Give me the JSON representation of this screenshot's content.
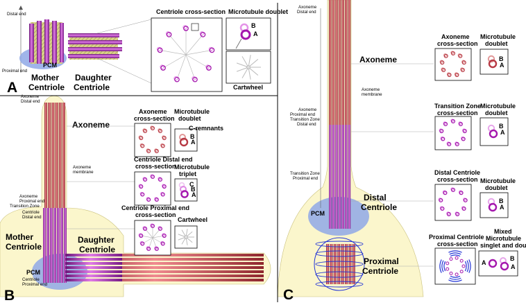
{
  "panels": [
    "A",
    "B",
    "C"
  ],
  "panel_a": {
    "distal_end": "Distal end",
    "proximal_end": "Proximal end",
    "pcm": "PCM",
    "mother_centriole": "Mother Centriole",
    "daughter_centriole": "Daughter Centriole",
    "centriole_cross_section": "Centriole cross-section",
    "microtubule_doublet": "Microtubule doublet",
    "label_b": "B",
    "label_a": "A",
    "cartwheel": "Cartwheel"
  },
  "panel_b": {
    "axoneme_distal_end": "Axoneme Distal end",
    "axoneme": "Axoneme",
    "axoneme_membrane": "Axoneme membrane",
    "axoneme_proximal_end": "Axoneme Proximal end",
    "transition_zone": "Transition Zone",
    "centriole_distal_end": "Centriole Distal end",
    "mother_centriole": "Mother Centriole",
    "daughter_centriole": "Daughter Centriole",
    "pcm": "PCM",
    "centriole_proximal_end": "Centriole Proximal end",
    "axoneme_cross_section": "Axoneme cross-section",
    "microtubule_doublet": "Microtubule doublet",
    "c_remnants": "C-remnants",
    "centriole_distal_cross_section": "Centriole Distal end cross-section",
    "microtubule_triplet": "Microtubule triplet",
    "centriole_proximal_cross_section": "Centriole Proximal end cross-section",
    "cartwheel": "Cartwheel",
    "label_a": "A",
    "label_b": "B",
    "label_c": "C"
  },
  "panel_c": {
    "axoneme_distal_end": "Axoneme Distal end",
    "axoneme": "Axoneme",
    "axoneme_membrane": "Axoneme membrane",
    "axoneme_proximal_end": "Axoneme Proximal end",
    "transition_zone": "Transition Zone",
    "distal_end": "Distal end",
    "transition_zone_proximal_end": "Transition Zone Proximal end",
    "pcm": "PCM",
    "distal_centriole": "Distal Centriole",
    "proximal_centriole": "Proximal Centriole",
    "axoneme_cross_section": "Axoneme cross-section",
    "microtubule_doublet": "Microtubule doublet",
    "tz_cross_section": "Transition Zone cross-section",
    "distal_centriole_cross_section": "Distal Centriole cross-section",
    "proximal_centriole_cross_section": "Proximal Centriole cross-section",
    "mixed_microtubule": "Mixed Microtubule singlet and doublet",
    "label_a": "A",
    "label_b": "B"
  },
  "colors": {
    "tubule_red": "#c9454f",
    "tubule_magenta": "#b02ab5",
    "pcm_blue": "#8fa8e6",
    "cytoplasm_yellow": "#fbf6cc",
    "pcm_outline_blue": "#2234d6"
  }
}
